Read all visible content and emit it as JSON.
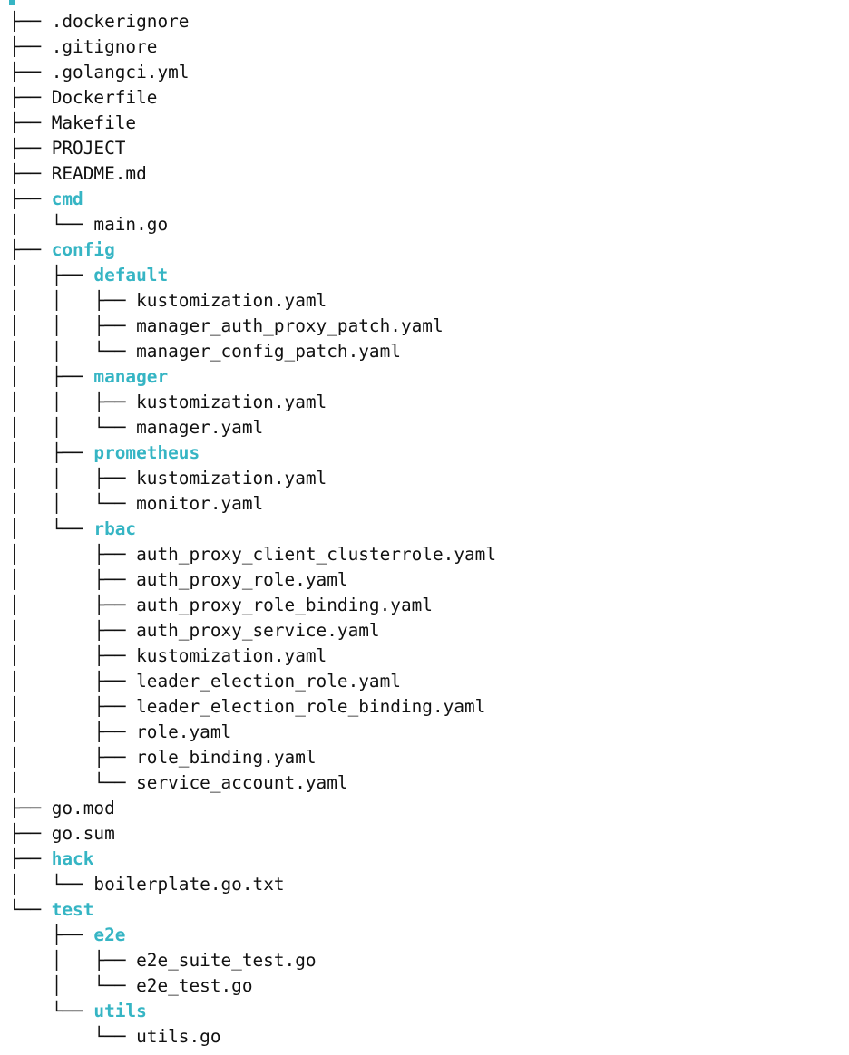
{
  "colors": {
    "directory": "#36b5c4",
    "file": "#111111",
    "background": "#ffffff"
  },
  "tree": [
    {
      "prefix": "├── ",
      "name": ".dockerignore",
      "type": "file"
    },
    {
      "prefix": "├── ",
      "name": ".gitignore",
      "type": "file"
    },
    {
      "prefix": "├── ",
      "name": ".golangci.yml",
      "type": "file"
    },
    {
      "prefix": "├── ",
      "name": "Dockerfile",
      "type": "file"
    },
    {
      "prefix": "├── ",
      "name": "Makefile",
      "type": "file"
    },
    {
      "prefix": "├── ",
      "name": "PROJECT",
      "type": "file"
    },
    {
      "prefix": "├── ",
      "name": "README.md",
      "type": "file"
    },
    {
      "prefix": "├── ",
      "name": "cmd",
      "type": "dir"
    },
    {
      "prefix": "│   └── ",
      "name": "main.go",
      "type": "file"
    },
    {
      "prefix": "├── ",
      "name": "config",
      "type": "dir"
    },
    {
      "prefix": "│   ├── ",
      "name": "default",
      "type": "dir"
    },
    {
      "prefix": "│   │   ├── ",
      "name": "kustomization.yaml",
      "type": "file"
    },
    {
      "prefix": "│   │   ├── ",
      "name": "manager_auth_proxy_patch.yaml",
      "type": "file"
    },
    {
      "prefix": "│   │   └── ",
      "name": "manager_config_patch.yaml",
      "type": "file"
    },
    {
      "prefix": "│   ├── ",
      "name": "manager",
      "type": "dir"
    },
    {
      "prefix": "│   │   ├── ",
      "name": "kustomization.yaml",
      "type": "file"
    },
    {
      "prefix": "│   │   └── ",
      "name": "manager.yaml",
      "type": "file"
    },
    {
      "prefix": "│   ├── ",
      "name": "prometheus",
      "type": "dir"
    },
    {
      "prefix": "│   │   ├── ",
      "name": "kustomization.yaml",
      "type": "file"
    },
    {
      "prefix": "│   │   └── ",
      "name": "monitor.yaml",
      "type": "file"
    },
    {
      "prefix": "│   └── ",
      "name": "rbac",
      "type": "dir"
    },
    {
      "prefix": "│       ├── ",
      "name": "auth_proxy_client_clusterrole.yaml",
      "type": "file"
    },
    {
      "prefix": "│       ├── ",
      "name": "auth_proxy_role.yaml",
      "type": "file"
    },
    {
      "prefix": "│       ├── ",
      "name": "auth_proxy_role_binding.yaml",
      "type": "file"
    },
    {
      "prefix": "│       ├── ",
      "name": "auth_proxy_service.yaml",
      "type": "file"
    },
    {
      "prefix": "│       ├── ",
      "name": "kustomization.yaml",
      "type": "file"
    },
    {
      "prefix": "│       ├── ",
      "name": "leader_election_role.yaml",
      "type": "file"
    },
    {
      "prefix": "│       ├── ",
      "name": "leader_election_role_binding.yaml",
      "type": "file"
    },
    {
      "prefix": "│       ├── ",
      "name": "role.yaml",
      "type": "file"
    },
    {
      "prefix": "│       ├── ",
      "name": "role_binding.yaml",
      "type": "file"
    },
    {
      "prefix": "│       └── ",
      "name": "service_account.yaml",
      "type": "file"
    },
    {
      "prefix": "├── ",
      "name": "go.mod",
      "type": "file"
    },
    {
      "prefix": "├── ",
      "name": "go.sum",
      "type": "file"
    },
    {
      "prefix": "├── ",
      "name": "hack",
      "type": "dir"
    },
    {
      "prefix": "│   └── ",
      "name": "boilerplate.go.txt",
      "type": "file"
    },
    {
      "prefix": "└── ",
      "name": "test",
      "type": "dir"
    },
    {
      "prefix": "    ├── ",
      "name": "e2e",
      "type": "dir"
    },
    {
      "prefix": "    │   ├── ",
      "name": "e2e_suite_test.go",
      "type": "file"
    },
    {
      "prefix": "    │   └── ",
      "name": "e2e_test.go",
      "type": "file"
    },
    {
      "prefix": "    └── ",
      "name": "utils",
      "type": "dir"
    },
    {
      "prefix": "        └── ",
      "name": "utils.go",
      "type": "file"
    }
  ]
}
